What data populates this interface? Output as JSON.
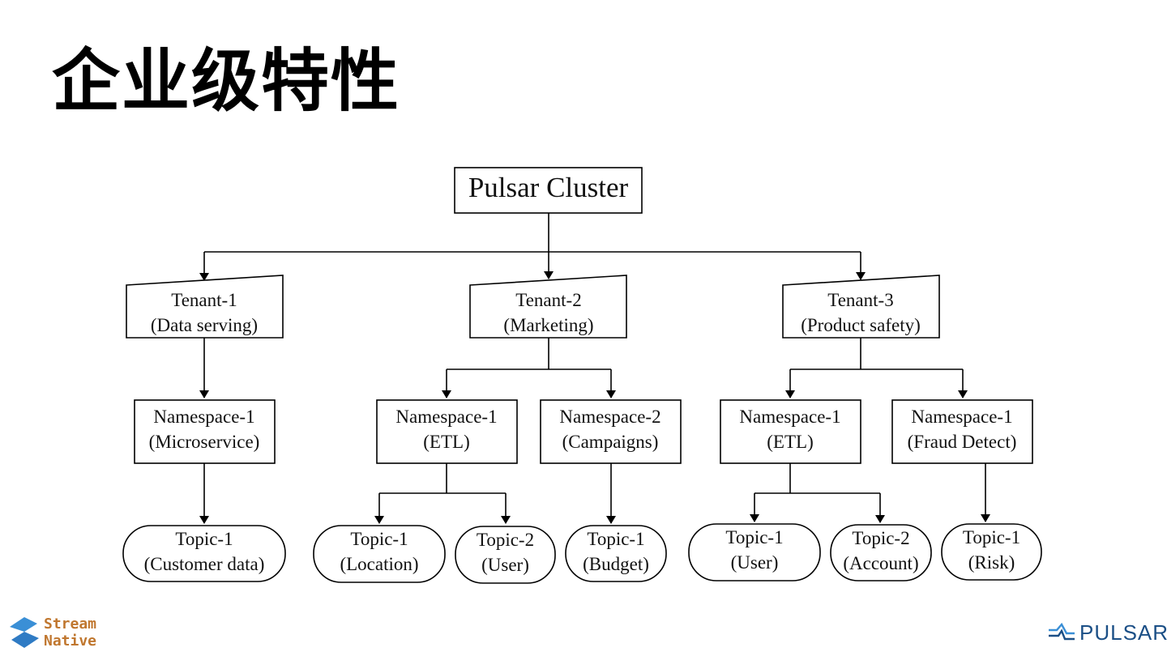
{
  "title": "企业级特性",
  "diagram": {
    "root": "Pulsar Cluster",
    "tenants": [
      {
        "line1": "Tenant-1",
        "line2": "(Data serving)"
      },
      {
        "line1": "Tenant-2",
        "line2": "(Marketing)"
      },
      {
        "line1": "Tenant-3",
        "line2": "(Product safety)"
      }
    ],
    "namespaces": [
      {
        "line1": "Namespace-1",
        "line2": "(Microservice)"
      },
      {
        "line1": "Namespace-1",
        "line2": "(ETL)"
      },
      {
        "line1": "Namespace-2",
        "line2": "(Campaigns)"
      },
      {
        "line1": "Namespace-1",
        "line2": "(ETL)"
      },
      {
        "line1": "Namespace-1",
        "line2": "(Fraud Detect)"
      }
    ],
    "topics": [
      {
        "line1": "Topic-1",
        "line2": "(Customer data)"
      },
      {
        "line1": "Topic-1",
        "line2": "(Location)"
      },
      {
        "line1": "Topic-2",
        "line2": "(User)"
      },
      {
        "line1": "Topic-1",
        "line2": "(Budget)"
      },
      {
        "line1": "Topic-1",
        "line2": "(User)"
      },
      {
        "line1": "Topic-2",
        "line2": "(Account)"
      },
      {
        "line1": "Topic-1",
        "line2": "(Risk)"
      }
    ]
  },
  "footer": {
    "streamnative_line1": "Stream",
    "streamnative_line2": "Native",
    "pulsar_brand": "PULSAR",
    "streamnative_color": "#c0772f",
    "pulsar_color": "#1b4f86"
  }
}
